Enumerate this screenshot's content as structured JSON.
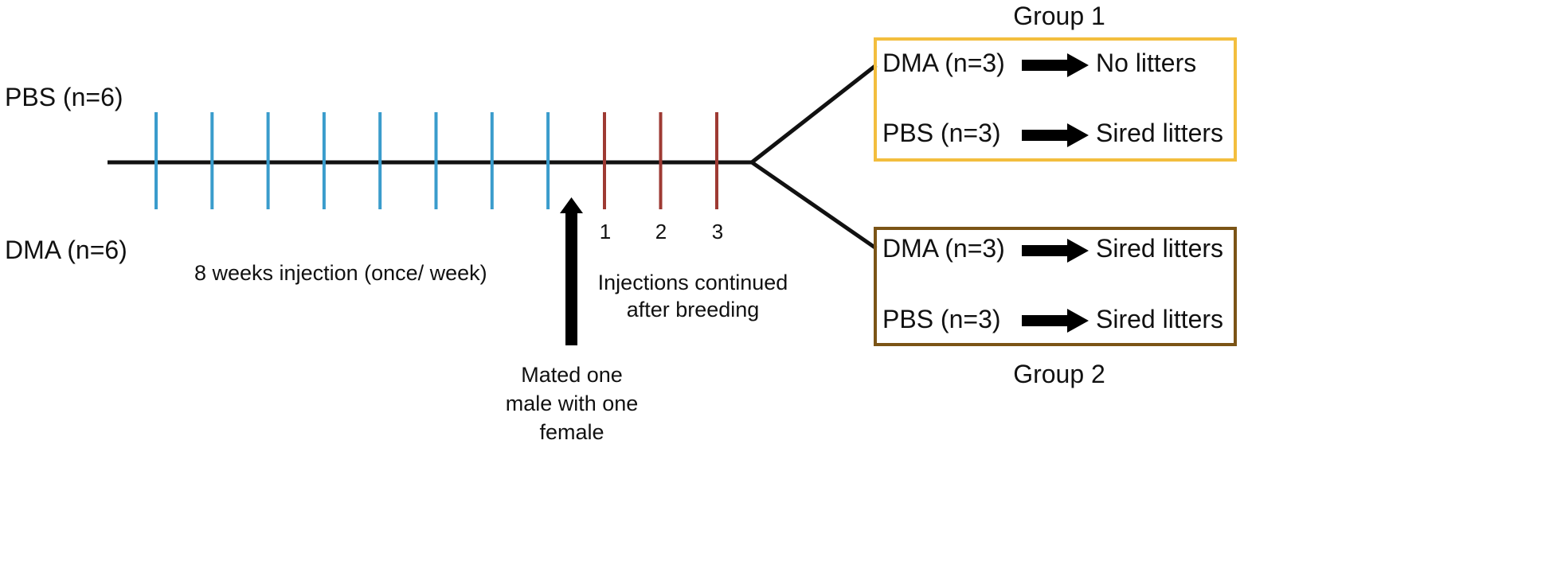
{
  "colors": {
    "timeline": "#111111",
    "weekly_tick": "#3a9ccc",
    "breeding_tick": "#9e3a33",
    "group1_border": "#f3be3e",
    "group2_border": "#7b5416",
    "arrow": "#000000"
  },
  "treatments": {
    "top": "PBS (n=6)",
    "bottom": "DMA (n=6)"
  },
  "timeline": {
    "weekly_ticks": 8,
    "breeding_tick_labels": [
      "1",
      "2",
      "3"
    ],
    "injection_phase_label": "8 weeks injection (once/ week)",
    "continued_label": [
      "Injections continued",
      "after breeding"
    ],
    "mating_label": [
      "Mated one",
      "male with one",
      "female"
    ]
  },
  "groups": [
    {
      "title": "Group 1",
      "rows": [
        {
          "treatment": "DMA (n=3)",
          "outcome": "No litters"
        },
        {
          "treatment": "PBS (n=3)",
          "outcome": "Sired litters"
        }
      ]
    },
    {
      "title": "Group 2",
      "rows": [
        {
          "treatment": "DMA (n=3)",
          "outcome": "Sired litters"
        },
        {
          "treatment": "PBS (n=3)",
          "outcome": "Sired litters"
        }
      ]
    }
  ]
}
